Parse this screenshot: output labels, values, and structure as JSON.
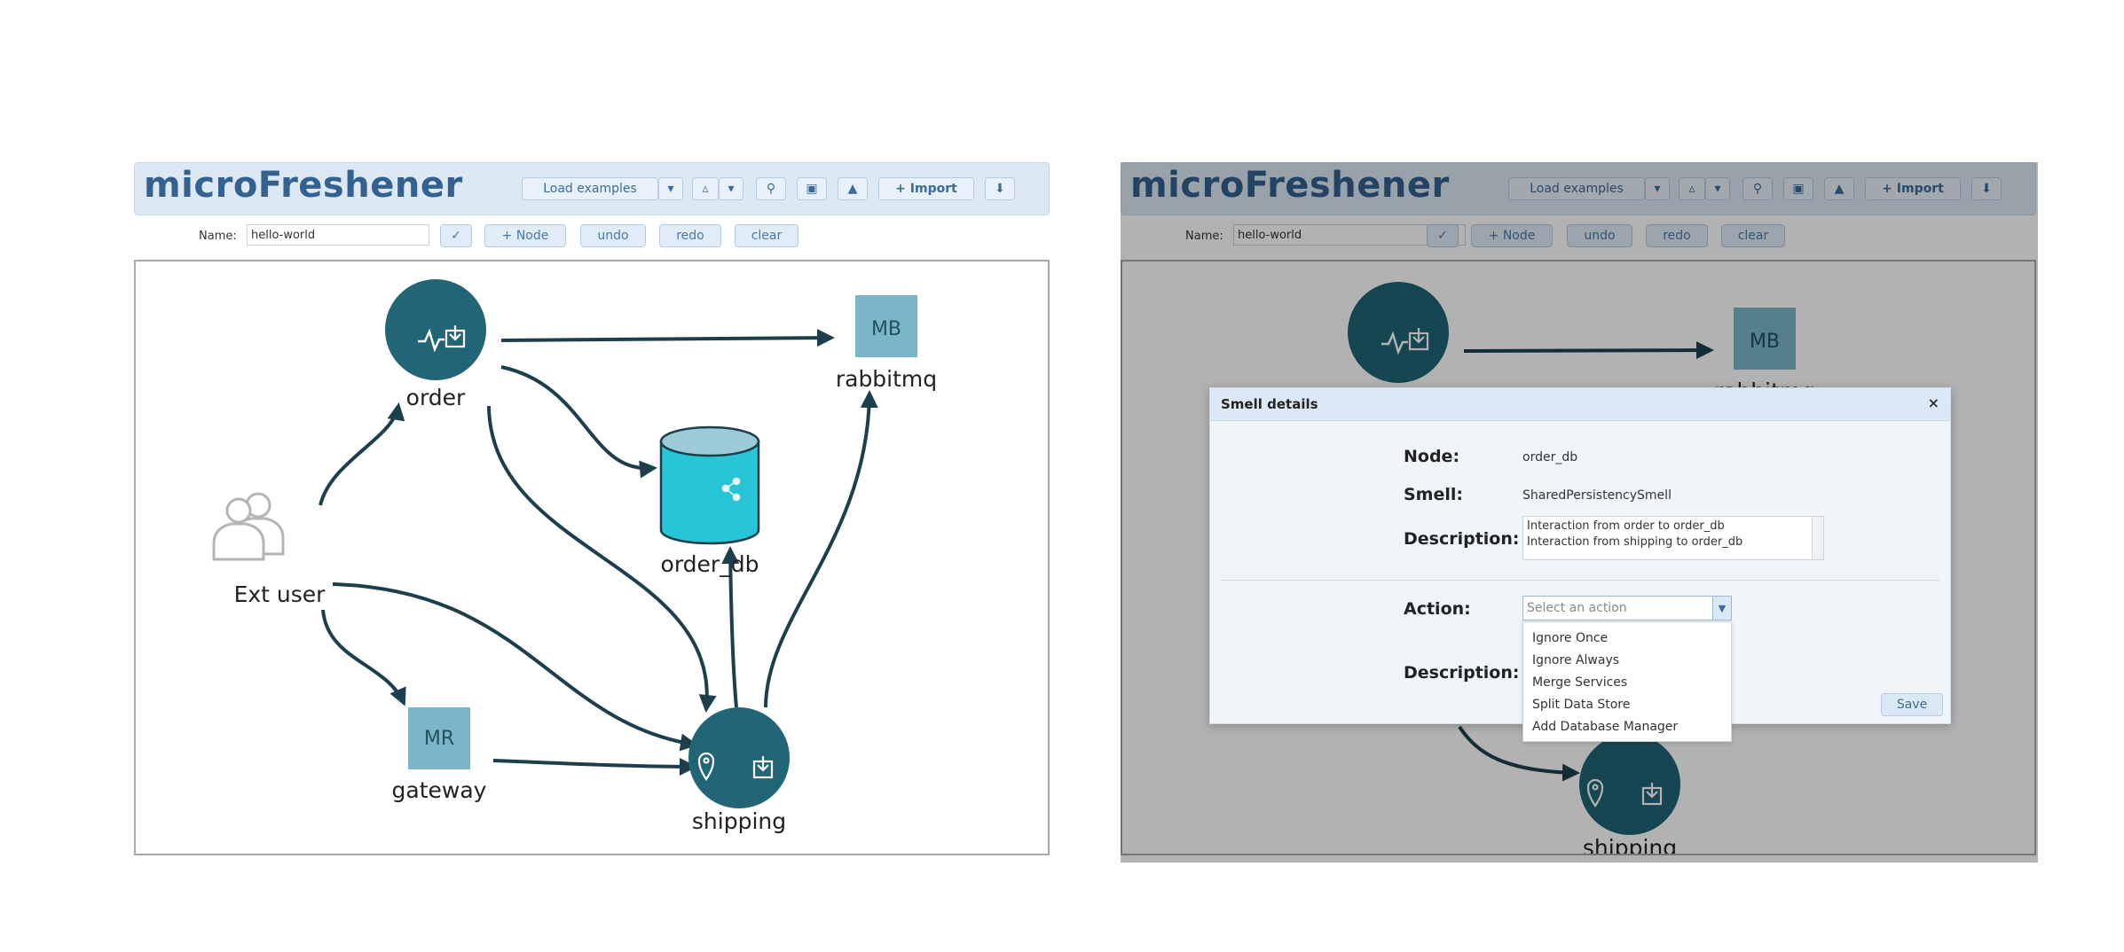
{
  "app": {
    "title": "microFreshener",
    "name_label": "Name:",
    "name_value": "hello-world"
  },
  "toolbar": {
    "load_examples": "Load examples",
    "dropdown_icon": "▾",
    "upload_icon": "▵",
    "download_icon": "▾",
    "search_icon": "⚲",
    "lock_icon": "▣",
    "warning_icon": "▲",
    "import_label": "+ Import",
    "export_icon": "⬇"
  },
  "subbar": {
    "check_icon": "✓",
    "node_label": "+ Node",
    "undo_label": "undo",
    "redo_label": "redo",
    "clear_label": "clear"
  },
  "graph": {
    "nodes": {
      "order": "order",
      "rabbitmq": "rabbitmq",
      "rabbitmq_badge": "MB",
      "order_db": "order_db",
      "ext_user": "Ext user",
      "gateway": "gateway",
      "gateway_badge": "MR",
      "shipping": "shipping"
    },
    "colors": {
      "service": "#216577",
      "database": "#26c6d6",
      "database_top": "#9ccad6",
      "broker": "#7ab6c7",
      "edge": "#1d3f4c"
    }
  },
  "modal": {
    "title": "Smell details",
    "close": "×",
    "node_label": "Node:",
    "node_value": "order_db",
    "smell_label": "Smell:",
    "smell_value": "SharedPersistencySmell",
    "description_label": "Description:",
    "description_lines": [
      "Interaction from  order to order_db",
      "Interaction from  shipping to order_db"
    ],
    "action_label": "Action:",
    "action_placeholder": "Select an action",
    "action_options": [
      "Ignore Once",
      "Ignore Always",
      "Merge Services",
      "Split Data Store",
      "Add Database Manager"
    ],
    "action_description_label": "Description:",
    "save_label": "Save"
  }
}
